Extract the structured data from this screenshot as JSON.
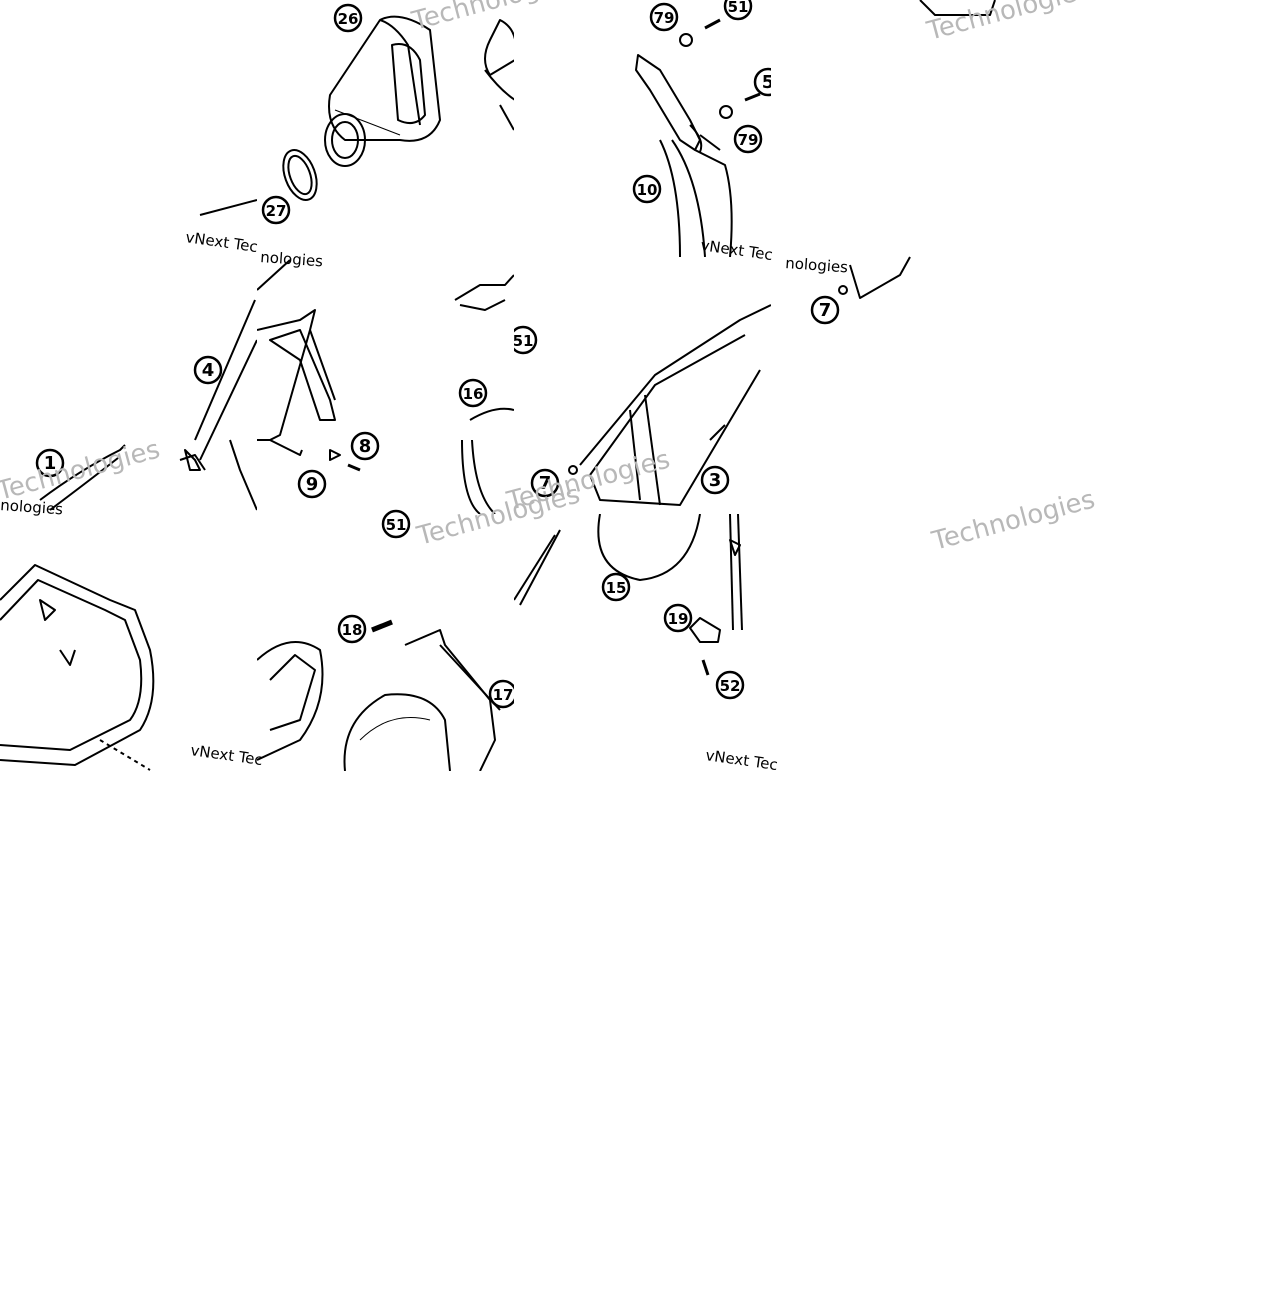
{
  "diagram": {
    "line_color": "#000000",
    "watermark_color": "#b8b8b8",
    "watermarks": [
      "vNext Technologies",
      "Technologies",
      "vNext Tec",
      "Technolo",
      "nologies"
    ],
    "callouts": [
      {
        "id": "c26",
        "label": "26"
      },
      {
        "id": "c27",
        "label": "27"
      },
      {
        "id": "c79a",
        "label": "79"
      },
      {
        "id": "c51a",
        "label": "51"
      },
      {
        "id": "c5",
        "label": "5"
      },
      {
        "id": "c79b",
        "label": "79"
      },
      {
        "id": "c10",
        "label": "10"
      },
      {
        "id": "c7a",
        "label": "7"
      },
      {
        "id": "c4",
        "label": "4"
      },
      {
        "id": "c1",
        "label": "1"
      },
      {
        "id": "c8",
        "label": "8"
      },
      {
        "id": "c9",
        "label": "9"
      },
      {
        "id": "c51b",
        "label": "51"
      },
      {
        "id": "c16",
        "label": "16"
      },
      {
        "id": "c7b",
        "label": "7"
      },
      {
        "id": "c3",
        "label": "3"
      },
      {
        "id": "c51c",
        "label": "51"
      },
      {
        "id": "c18",
        "label": "18"
      },
      {
        "id": "c17",
        "label": "17"
      },
      {
        "id": "c15",
        "label": "15"
      },
      {
        "id": "c19",
        "label": "19"
      },
      {
        "id": "c52",
        "label": "52"
      }
    ]
  }
}
